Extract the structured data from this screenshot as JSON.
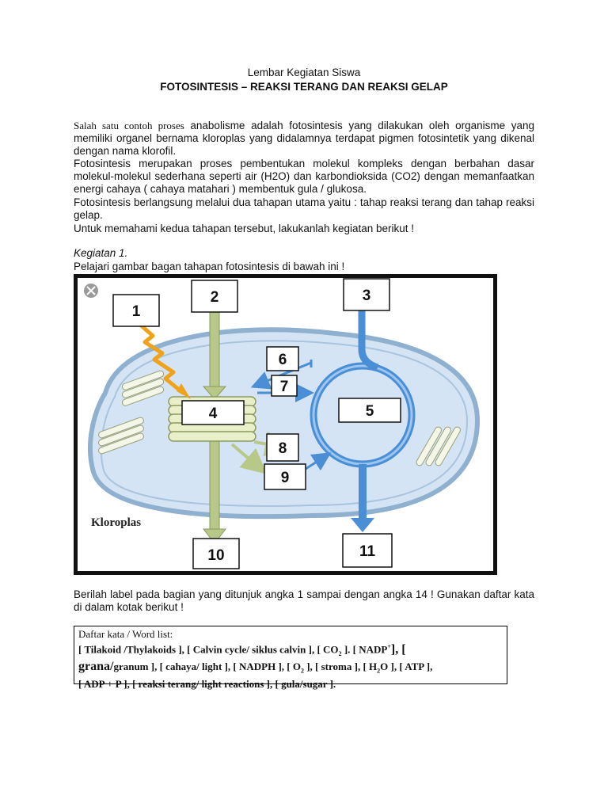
{
  "header": {
    "line1": "Lembar Kegiatan Siswa",
    "line2": "FOTOSINTESIS – REAKSI TERANG DAN REAKSI GELAP"
  },
  "intro": {
    "p1_serif": "Salah satu contoh proses",
    "p1_rest": " anabolisme adalah fotosintesis yang dilakukan oleh organisme yang memiliki organel bernama kloroplas yang didalamnya terdapat pigmen fotosintetik yang dikenal dengan nama klorofil.",
    "p2": "Fotosintesis merupakan proses pembentukan molekul kompleks dengan berbahan dasar molekul-molekul sederhana seperti air (H2O) dan karbondioksida (CO2) dengan memanfaatkan energi cahaya ( cahaya matahari ) membentuk gula / glukosa.",
    "p3": "Fotosintesis berlangsung melalui dua tahapan utama yaitu : tahap reaksi terang dan tahap reaksi gelap.",
    "p4": "Untuk memahami kedua tahapan tersebut, lakukanlah kegiatan berikut !"
  },
  "activity": {
    "title": "Kegiatan 1.",
    "instruction": "Pelajari gambar bagan tahapan fotosintesis di bawah ini !"
  },
  "figure": {
    "caption": "Kloroplas",
    "labels": [
      "1",
      "2",
      "3",
      "4",
      "5",
      "6",
      "7",
      "8",
      "9",
      "10",
      "11"
    ]
  },
  "label_instruction": "Berilah label pada bagian yang ditunjuk angka 1 sampai dengan angka 14 ! Gunakan daftar kata di dalam kotak berikut !",
  "wordlist": {
    "heading": "Daftar kata / Word list:",
    "l1a": "[ Tilakoid /Thylakoids ], [ Calvin cycle/ siklus calvin ], [ CO",
    "l1sub": "2",
    "l1b": " ]. [ NADP",
    "l1sup": "+",
    "l1c": "], [",
    "l2a": "grana/",
    "l2b": "granum ], [ cahaya/ light ], [ NADPH ],  [ O",
    "l2sub": "2",
    "l2c": " ], [ stroma ], [ H",
    "l2sub2": "2",
    "l2d": "O ], [ ATP ],",
    "l3": "[ ADP + P ], [ reaksi terang/ light reactions ], [ gula/sugar ]."
  },
  "colors": {
    "frame": "#111111",
    "stroma": "#d4e4f4",
    "membrane": "#8fb0cf",
    "thylakoid": "#e9efc9",
    "calvin_blue": "#4a8ed6",
    "light_orange": "#f0a21a",
    "green_arrow": "#b8c888"
  }
}
